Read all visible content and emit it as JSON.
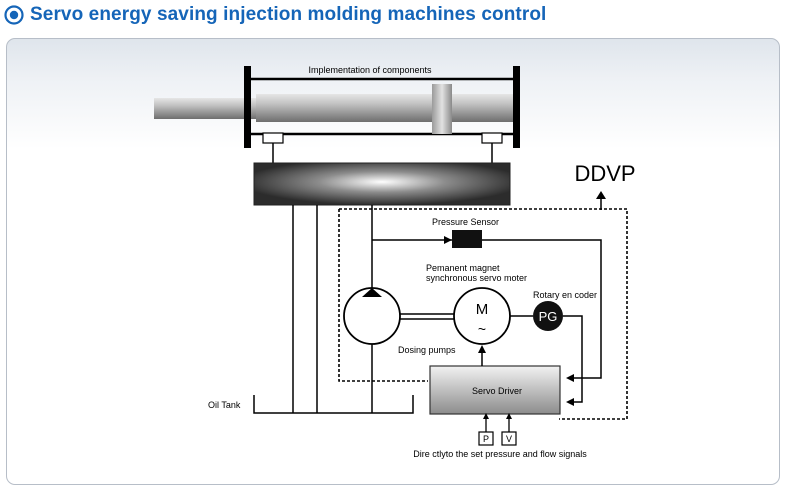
{
  "header": {
    "title": "Servo energy saving injection molding machines control",
    "accent_color": "#1565b8",
    "icon": "radio-bullet-icon"
  },
  "diagram": {
    "labels": {
      "implementation": "Implementation of components",
      "ddvp": "DDVP",
      "pressure_sensor": "Pressure Sensor",
      "motor_line1": "Pemanent magnet",
      "motor_line2": "synchronous servo moter",
      "rotary_encoder": "Rotary en coder",
      "pg": "PG",
      "motor_m": "M",
      "motor_tilde": "~",
      "dosing_pumps": "Dosing pumps",
      "oil_tank": "Oil Tank",
      "servo_driver": "Servo Driver",
      "p": "P",
      "v": "V",
      "signals": "Dire ctlyto the set pressure and flow signals"
    }
  }
}
